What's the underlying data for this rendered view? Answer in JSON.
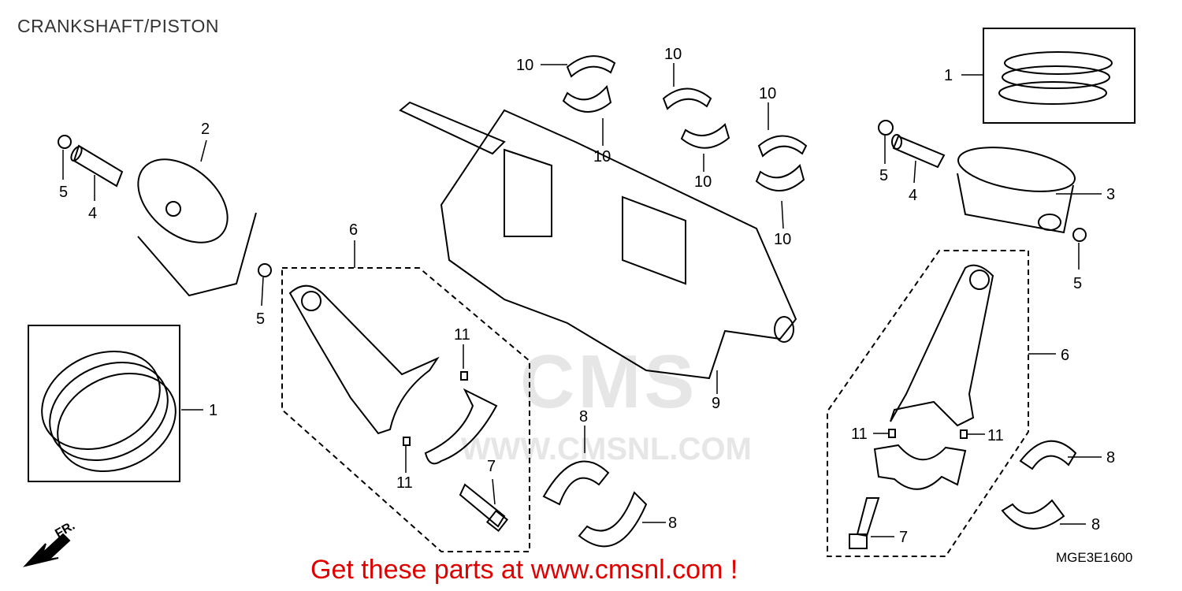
{
  "page_title": "CRANKSHAFT/PISTON",
  "diagram_code": "MGE3E1600",
  "cta_text": "Get these parts at www.cmsnl.com !",
  "watermark": {
    "logo_text": "CMS",
    "url_text": "WWW.CMSNL.COM"
  },
  "direction_label": "FR.",
  "callouts": [
    {
      "id": "c1",
      "text": "1"
    },
    {
      "id": "c2",
      "text": "1"
    },
    {
      "id": "c3",
      "text": "2"
    },
    {
      "id": "c4",
      "text": "3"
    },
    {
      "id": "c5",
      "text": "4"
    },
    {
      "id": "c6",
      "text": "4"
    },
    {
      "id": "c7",
      "text": "5"
    },
    {
      "id": "c8",
      "text": "5"
    },
    {
      "id": "c9",
      "text": "5"
    },
    {
      "id": "c10",
      "text": "5"
    },
    {
      "id": "c11",
      "text": "6"
    },
    {
      "id": "c12",
      "text": "6"
    },
    {
      "id": "c13",
      "text": "7"
    },
    {
      "id": "c14",
      "text": "7"
    },
    {
      "id": "c15",
      "text": "8"
    },
    {
      "id": "c16",
      "text": "8"
    },
    {
      "id": "c17",
      "text": "8"
    },
    {
      "id": "c18",
      "text": "8"
    },
    {
      "id": "c19",
      "text": "9"
    },
    {
      "id": "c20",
      "text": "10"
    },
    {
      "id": "c21",
      "text": "10"
    },
    {
      "id": "c22",
      "text": "10"
    },
    {
      "id": "c23",
      "text": "10"
    },
    {
      "id": "c24",
      "text": "10"
    },
    {
      "id": "c25",
      "text": "10"
    },
    {
      "id": "c26",
      "text": "11"
    },
    {
      "id": "c27",
      "text": "11"
    },
    {
      "id": "c28",
      "text": "11"
    },
    {
      "id": "c29",
      "text": "11"
    }
  ],
  "colors": {
    "line": "#000000",
    "cta": "#e00000",
    "watermark": "#e6e6e6"
  }
}
